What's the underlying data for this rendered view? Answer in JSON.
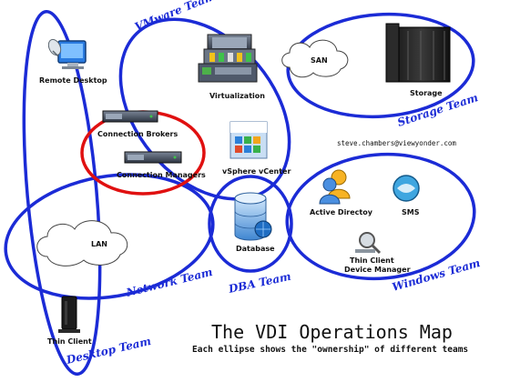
{
  "diagram": {
    "title": "The VDI Operations Map",
    "subtitle": "Each ellipse shows the \"ownership\" of different teams",
    "contact": "steve.chambers@viewyonder.com",
    "colors": {
      "team_ellipse": "#1b2bd6",
      "broker_ellipse": "#e01010",
      "team_text": "#1b2bd6"
    },
    "teams": {
      "vmware": "VMware Team",
      "storage": "Storage Team",
      "network": "Network Team",
      "desktop": "Desktop Team",
      "dba": "DBA Team",
      "windows": "Windows Team"
    },
    "components": {
      "remote_desktop": {
        "label": "Remote Desktop",
        "icon": "monitor-with-dish-icon"
      },
      "virtualization": {
        "label": "Virtualization",
        "icon": "blade-server-icon"
      },
      "san": {
        "label": "SAN",
        "icon": "cloud-icon"
      },
      "storage": {
        "label": "Storage",
        "icon": "server-rack-icon"
      },
      "connection_brokers": {
        "label": "Connection Brokers",
        "icon": "rack-server-icon"
      },
      "connection_managers": {
        "label": "Connection Managers",
        "icon": "rack-server-icon"
      },
      "vsphere_vcenter": {
        "label": "vSphere vCenter",
        "icon": "vcenter-icon"
      },
      "lan": {
        "label": "LAN",
        "icon": "cloud-icon"
      },
      "database": {
        "label": "Database",
        "icon": "database-icon"
      },
      "active_directory": {
        "label": "Active Directoy",
        "icon": "users-icon"
      },
      "sms": {
        "label": "SMS",
        "icon": "sms-globe-icon"
      },
      "thin_client_device_manager": {
        "label_line1": "Thin Client",
        "label_line2": "Device Manager",
        "icon": "magnifier-icon"
      },
      "thin_client": {
        "label": "Thin Client",
        "icon": "thin-client-icon"
      }
    }
  }
}
